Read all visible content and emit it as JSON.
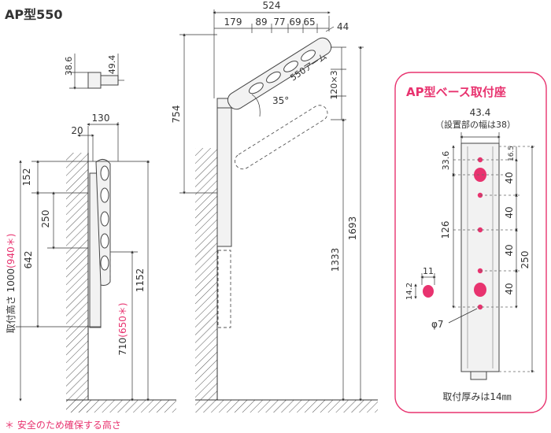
{
  "title": "AP型550",
  "colors": {
    "accent": "#e8336f",
    "line": "#333333"
  },
  "footnote": "＊ 安全のため確保する高さ",
  "small_view": {
    "dim_a": "38.6",
    "dim_b": "49.4"
  },
  "side_view": {
    "top_dim_130": "130",
    "top_dim_20": "20",
    "dim_152": "152",
    "dim_250": "250",
    "dim_642": "642",
    "dim_1152": "1152",
    "mount_height_label": "取付高さ",
    "mount_height_value": "1000",
    "mount_height_safe": "(940＊)",
    "dim_710": "710",
    "dim_710_safe": "(650＊)"
  },
  "front_view": {
    "dim_524": "524",
    "dim_179": "179",
    "dim_89": "89",
    "dim_77": "77",
    "dim_69": "69",
    "dim_65": "65",
    "dim_44": "44",
    "arm_label": "550アーム",
    "dim_120x3": "120×3",
    "angle": "35°",
    "dim_754": "754",
    "dim_1693": "1693",
    "dim_1333": "1333"
  },
  "base_panel": {
    "title": "AP型ベース取付座",
    "width": "43.4",
    "install_width": "（設置部の幅は38）",
    "dim_33_6": "33.6",
    "dim_16_5": "16.5",
    "dim_40_a": "40",
    "dim_40_b": "40",
    "dim_40_c": "40",
    "dim_40_d": "40",
    "dim_126": "126",
    "dim_250": "250",
    "slot_w": "11",
    "slot_h": "14.2",
    "hole_dia": "φ7",
    "thickness_note": "取付厚みは14㎜"
  }
}
